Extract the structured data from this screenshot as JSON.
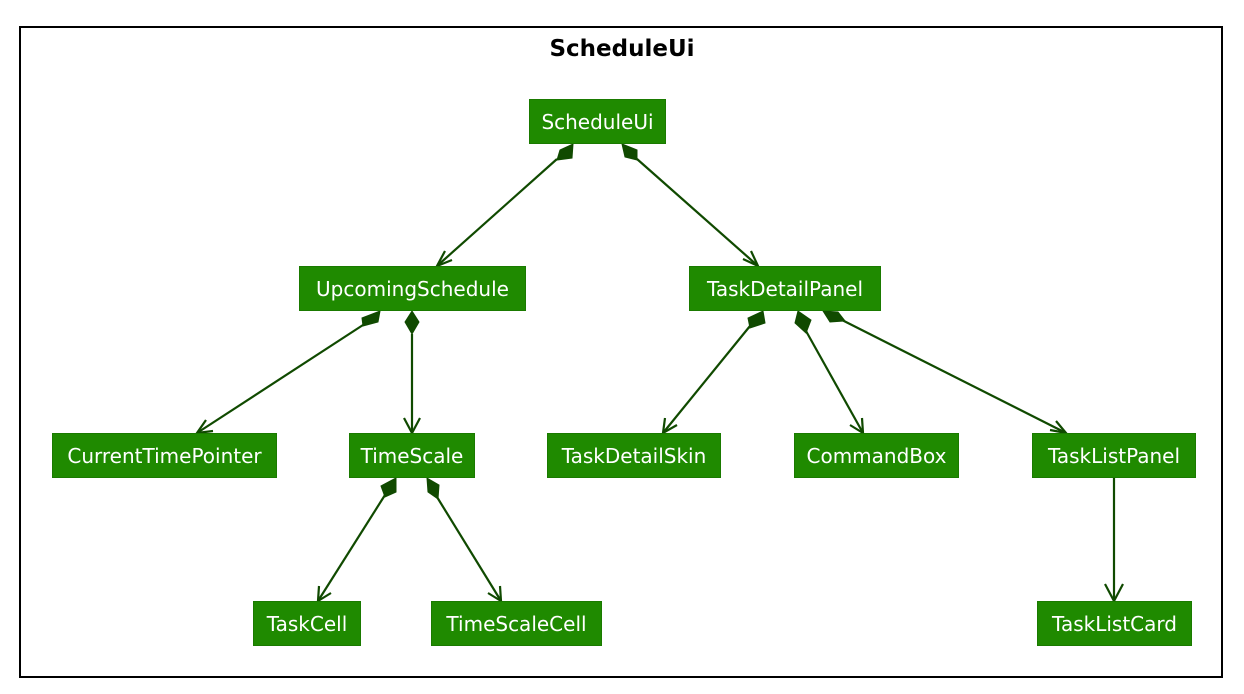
{
  "frame": {
    "title": "ScheduleUi"
  },
  "colors": {
    "node_fill": "#1f8a00",
    "node_text": "#ffffff",
    "edge": "#104a00",
    "frame_border": "#000000"
  },
  "nodes": {
    "schedule_ui": "ScheduleUi",
    "upcoming_schedule": "UpcomingSchedule",
    "task_detail_panel": "TaskDetailPanel",
    "current_time_pointer": "CurrentTimePointer",
    "time_scale": "TimeScale",
    "task_detail_skin": "TaskDetailSkin",
    "command_box": "CommandBox",
    "task_list_panel": "TaskListPanel",
    "task_cell": "TaskCell",
    "time_scale_cell": "TimeScaleCell",
    "task_list_card": "TaskListCard"
  },
  "edges": [
    {
      "from": "ScheduleUi",
      "to": "UpcomingSchedule",
      "kind": "composition"
    },
    {
      "from": "ScheduleUi",
      "to": "TaskDetailPanel",
      "kind": "composition"
    },
    {
      "from": "UpcomingSchedule",
      "to": "CurrentTimePointer",
      "kind": "composition"
    },
    {
      "from": "UpcomingSchedule",
      "to": "TimeScale",
      "kind": "composition"
    },
    {
      "from": "TaskDetailPanel",
      "to": "TaskDetailSkin",
      "kind": "composition"
    },
    {
      "from": "TaskDetailPanel",
      "to": "CommandBox",
      "kind": "composition"
    },
    {
      "from": "TaskDetailPanel",
      "to": "TaskListPanel",
      "kind": "composition"
    },
    {
      "from": "TimeScale",
      "to": "TaskCell",
      "kind": "composition"
    },
    {
      "from": "TimeScale",
      "to": "TimeScaleCell",
      "kind": "composition"
    },
    {
      "from": "TaskListPanel",
      "to": "TaskListCard",
      "kind": "association"
    }
  ]
}
